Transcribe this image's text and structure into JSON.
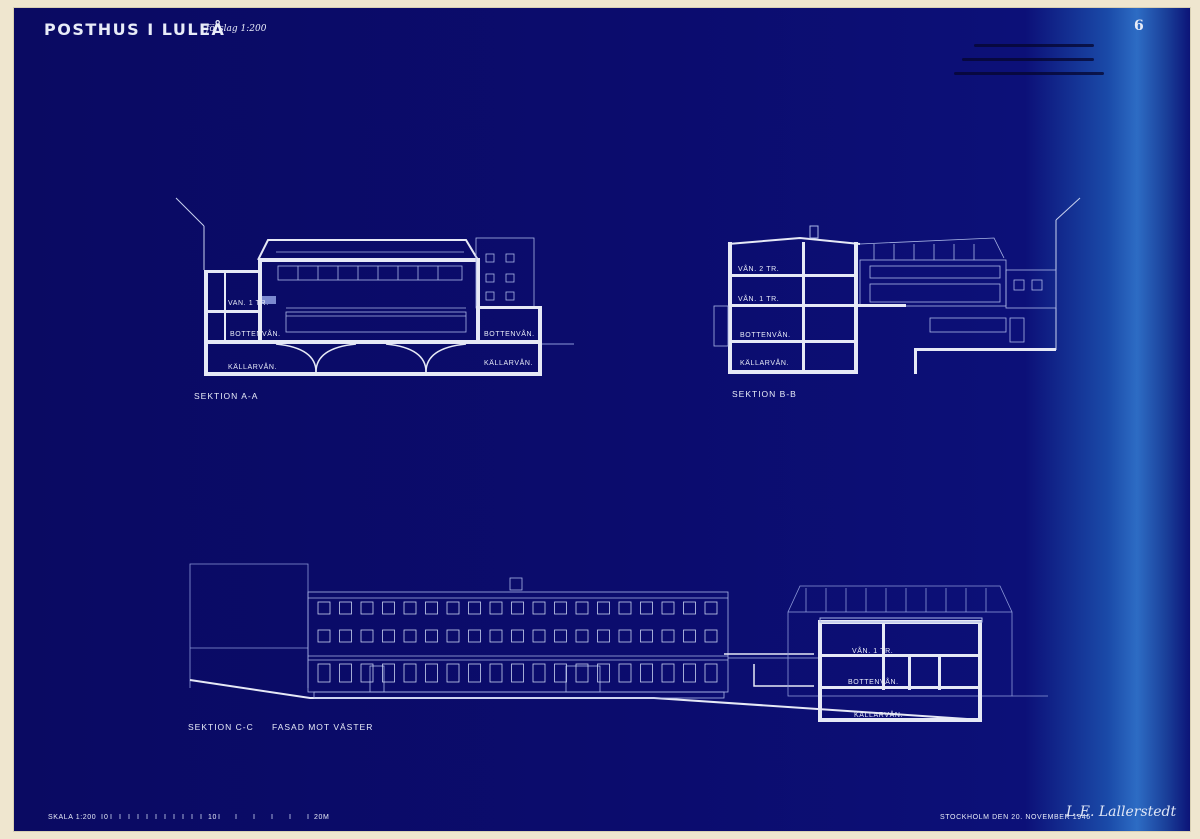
{
  "sheet": {
    "title": "POSTHUS I LULEÅ",
    "subtitle": "förslag 1:200",
    "sheet_number": "6",
    "signature": "L.E. Lallerstedt"
  },
  "drawings": {
    "section_aa": {
      "caption": "SEKTION A-A",
      "floors": [
        "VAN. 1 TR.",
        "BOTTENVÅN.",
        "BOTTENVÅN.",
        "KÄLLARVÅN.",
        "KÄLLARVÅN."
      ]
    },
    "section_bb": {
      "caption": "SEKTION B-B",
      "floors": [
        "VÅN. 2 TR.",
        "VÅN. 1 TR.",
        "BOTTENVÅN.",
        "KÄLLARVÅN."
      ]
    },
    "section_cc": {
      "caption": "SEKTION C-C",
      "floors": [
        "VÅN. 1 TR.",
        "BOTTENVÅN.",
        "KÄLLARVÅN."
      ]
    },
    "facade_west": {
      "caption": "FASAD MOT VÄSTER"
    }
  },
  "footer": {
    "scale_label": "SKALA 1:200",
    "scale_start": "0",
    "scale_mid": "10",
    "scale_end": "20M",
    "place_date": "STOCKHOLM DEN 20. NOVEMBER 1946"
  }
}
